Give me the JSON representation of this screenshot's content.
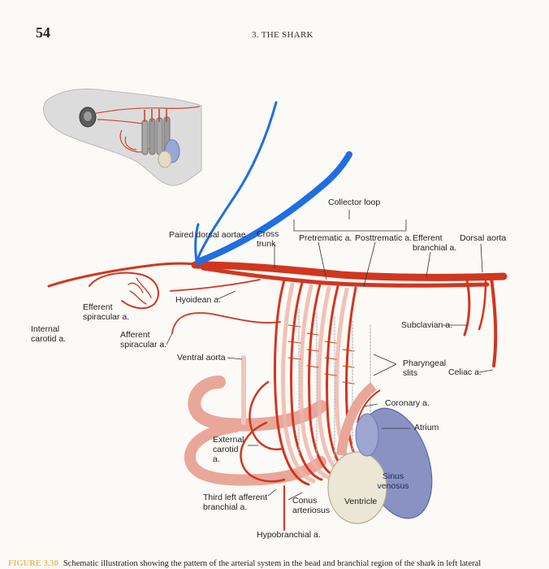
{
  "page": {
    "number": "54",
    "running_title": "3. THE SHARK"
  },
  "labels": {
    "collector_loop": "Collector loop",
    "paired_dorsal_aortae": "Paired dorsal aortae",
    "cross_trunk": "Cross trunk",
    "pretrematic": "Pretrematic a.",
    "posttrematic": "Posttrematic a.",
    "efferent_branchial": "Efferent branchial a.",
    "dorsal_aorta": "Dorsal aorta",
    "efferent_spiracular": "Efferent spiracular a.",
    "hyoidean": "Hyoidean a.",
    "internal_carotid": "Internal carotid a.",
    "afferent_spiracular": "Afferent spiracular a.",
    "ventral_aorta": "Ventral aorta",
    "subclavian": "Subclavian a.",
    "pharyngeal_slits": "Pharyngeal slits",
    "celiac": "Celiac a.",
    "coronary": "Coronary a.",
    "atrium": "Atrium",
    "external_carotid": "External carotid a.",
    "sinus_venosus": "Sinus venosus",
    "third_left_afferent": "Third left afferent branchial a.",
    "conus_arteriosus": "Conus arteriosus",
    "ventricle": "Ventricle",
    "hypobranchial": "Hypobranchial a."
  },
  "caption": {
    "figure_id": "FIGURE 3.30",
    "text": "Schematic illustration showing the pattern of the arterial system in the head and branchial region of the shark in left lateral"
  },
  "colors": {
    "artery": "#d2361f",
    "artery_light": "#e9a79a",
    "artery_pale": "#f1c6ba",
    "sinus": "#8a92c4",
    "ventricle": "#ece6d6",
    "shark_body": "#d6d6d6",
    "pen_annotation": "#1f6fe0"
  }
}
